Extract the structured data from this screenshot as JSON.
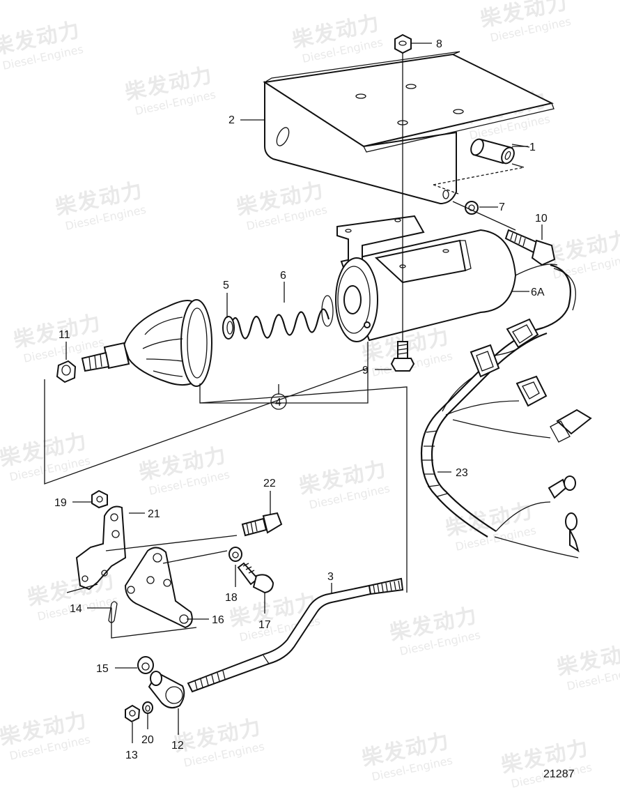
{
  "watermark": {
    "chinese": "柴发动力",
    "english": "Diesel-Engines"
  },
  "drawing_number": "21287",
  "callouts": {
    "p1": "1",
    "p2": "2",
    "p3": "3",
    "p4": "4",
    "p5": "5",
    "p6": "6",
    "p6a": "6A",
    "p7": "7",
    "p8": "8",
    "p9": "9",
    "p10": "10",
    "p11": "11",
    "p12": "12",
    "p13": "13",
    "p14": "14",
    "p15": "15",
    "p16": "16",
    "p17": "17",
    "p18": "18",
    "p19": "19",
    "p20": "20",
    "p21": "21",
    "p22": "22",
    "p23": "23"
  },
  "colors": {
    "line": "#111111",
    "watermark": "#e9e9e9",
    "background": "#ffffff"
  }
}
